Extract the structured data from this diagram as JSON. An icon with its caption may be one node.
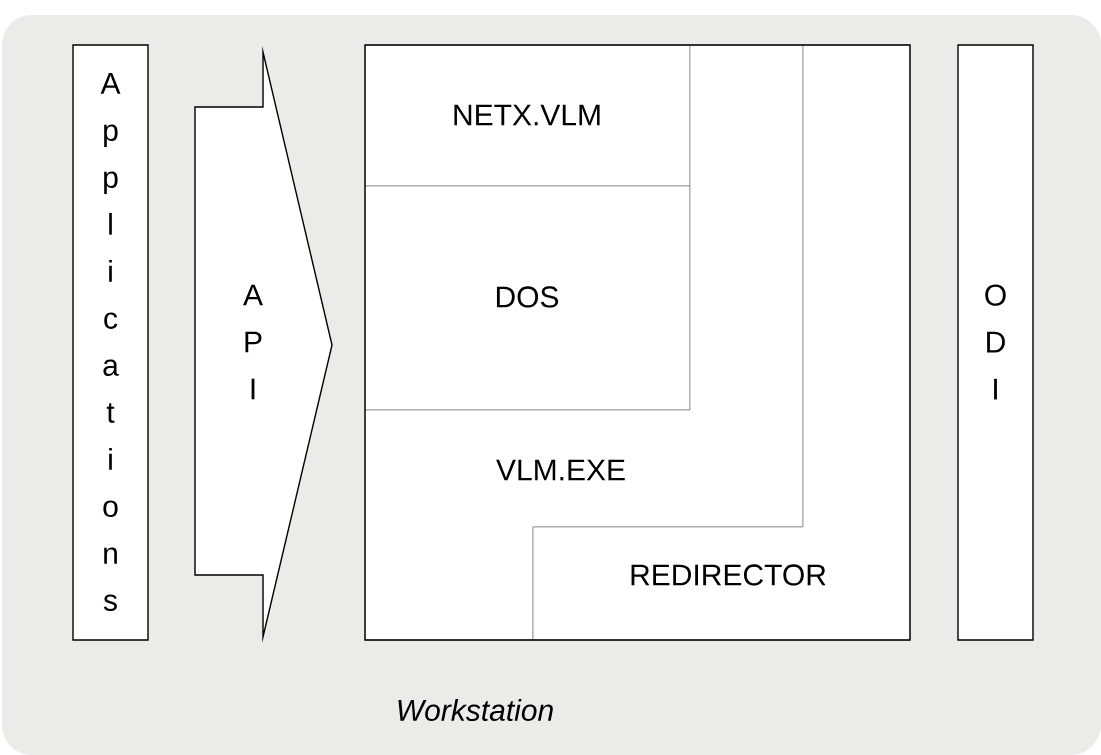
{
  "diagram": {
    "nodes": [
      {
        "text": [
          "Workstation"
        ]
      },
      {
        "text": [
          "Applications"
        ],
        "in": 0
      },
      {
        "text": [
          "API"
        ],
        "in": 0
      },
      {
        "text": [
          "NETX.VLM"
        ],
        "in": 0
      },
      {
        "text": [
          "DOS"
        ],
        "in": 0
      },
      {
        "text": [
          "VLM.EXE"
        ],
        "in": 0
      },
      {
        "text": [
          "REDIRECTOR"
        ],
        "in": 0
      },
      {
        "text": [
          "ODI"
        ],
        "in": 0
      }
    ]
  }
}
